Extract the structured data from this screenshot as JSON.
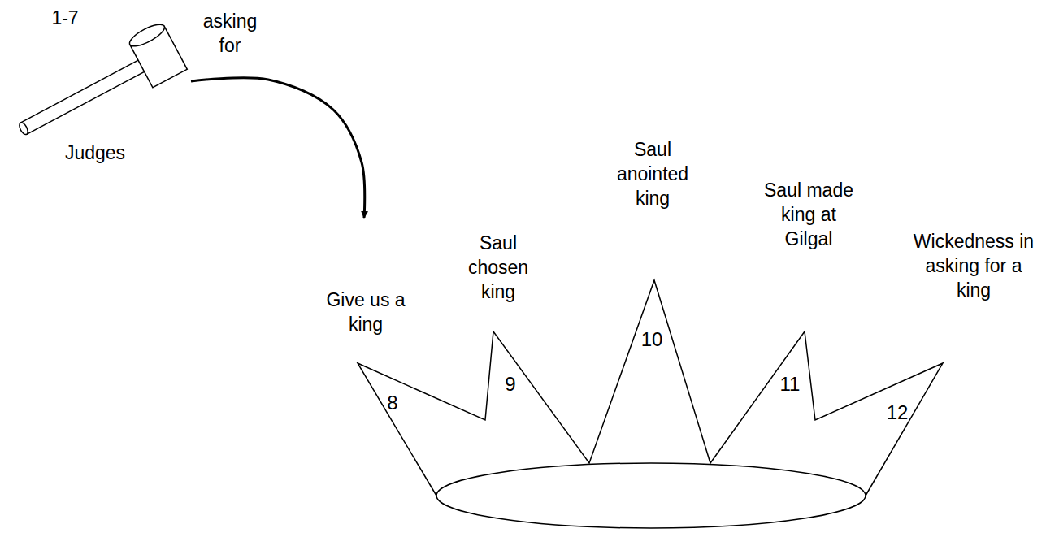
{
  "diagram": {
    "nodes": [
      {
        "text": [
          "1-7",
          "Judges"
        ]
      },
      {
        "text": [
          "Give us a king",
          "8",
          "Saul chosen king",
          "9",
          "Saul anointed king",
          "10",
          "Saul made king at Gilgal",
          "11",
          "Wickedness in asking for a king",
          "12"
        ]
      }
    ],
    "edges": [
      {
        "from": 0,
        "to": 1,
        "label": "asking for",
        "arrow": "to"
      }
    ]
  }
}
